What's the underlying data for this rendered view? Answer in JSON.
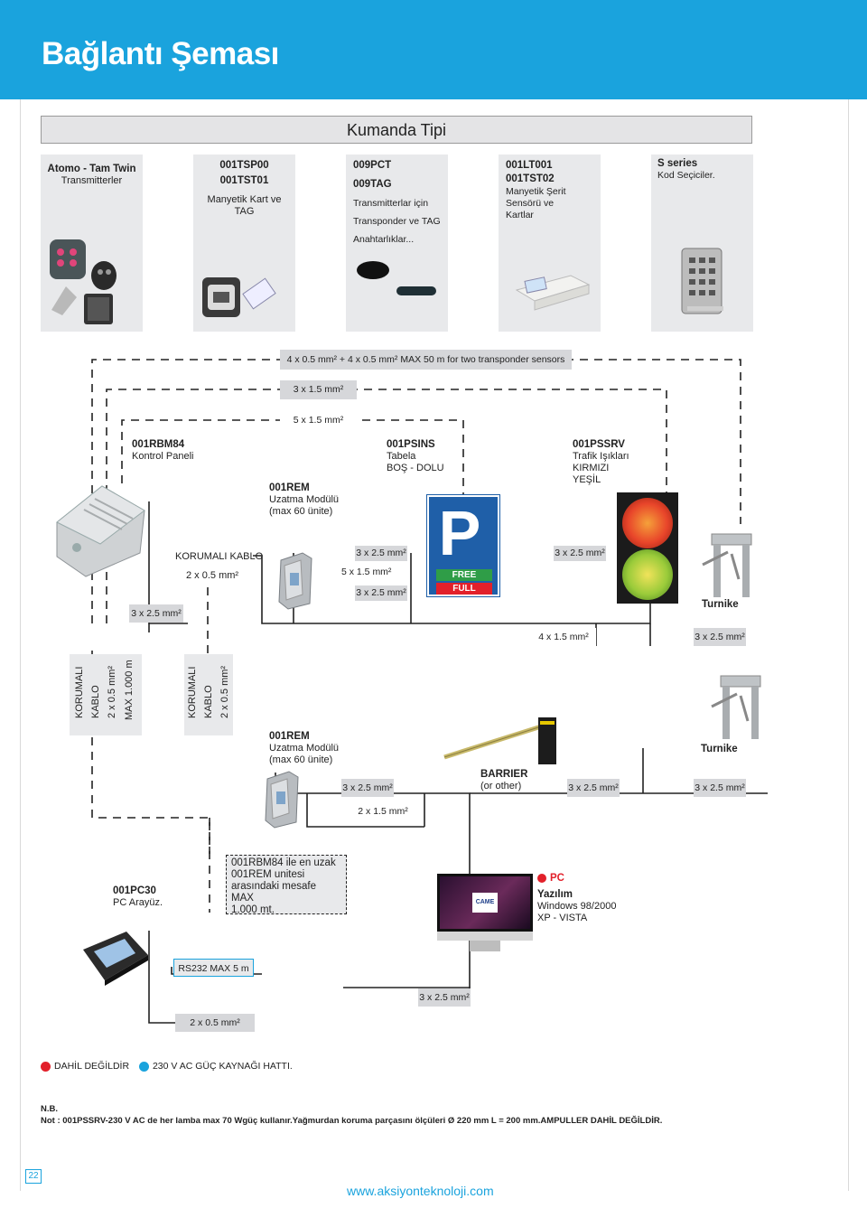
{
  "page": {
    "title": "Bağlantı Şeması",
    "page_number": "22",
    "website": "www.aksiyonteknoloji.com"
  },
  "kumanda_tipi": "Kumanda Tipi",
  "cards": [
    {
      "bold": "Atomo - Tam Twin",
      "lines": [
        "Transmitterler"
      ]
    },
    {
      "bold": "001TSP00",
      "bold2": "001TST01",
      "lines": [
        "Manyetik Kart ve",
        "TAG"
      ]
    },
    {
      "bold": "009PCT",
      "bold2": "009TAG",
      "lines": [
        "Transmitterlar için",
        "Transponder ve TAG",
        "Anahtarlıklar..."
      ]
    },
    {
      "bold": "001LT001",
      "bold2": "001TST02",
      "lines": [
        "Manyetik Şerit",
        "Sensörü ve",
        "Kartlar"
      ]
    },
    {
      "bold": "S series",
      "lines": [
        "Kod Seçiciler."
      ]
    }
  ],
  "cables": {
    "c1": "4 x 0.5 mm² + 4 x 0.5 mm² MAX 50 m for two transponder sensors",
    "c2": "3 x 1.5 mm²",
    "c3": "5 x 1.5 mm²",
    "c4": "3 x 2.5 mm²",
    "c5": "3 x 2.5 mm²",
    "c6": "3 x 2.5 mm²",
    "c7": "3 x 2.5 mm²",
    "c8": "4 x 1.5 mm²",
    "c9": "3 x 2.5 mm²",
    "c10": "3 x 2.5 mm²",
    "c11": "3 x 2.5 mm²",
    "c12": "3 x 2.5 mm²",
    "c13": "2 x 1.5 mm²",
    "c14": "RS232 MAX 5 m",
    "c15": "3 x 2.5 mm²",
    "c16": "2 x 0.5 mm²",
    "korumali": "KORUMALI KABLO",
    "korumali_size": "2 x 0.5 mm²",
    "mid_5x": "5 x 1.5 mm²"
  },
  "devices": {
    "rbm84": {
      "bold": "001RBM84",
      "sub": "Kontrol Paneli"
    },
    "rem1": {
      "bold": "001REM",
      "lines": [
        "Uzatma Modülü",
        "(max 60 ünite)"
      ]
    },
    "psins": {
      "bold": "001PSINS",
      "lines": [
        "Tabela",
        "BOŞ - DOLU"
      ]
    },
    "pssrv": {
      "bold": "001PSSRV",
      "lines": [
        "Trafik Işıkları",
        "KIRMIZI",
        "YEŞİL"
      ]
    },
    "turnike1": "Turnike",
    "turnike2": "Turnike",
    "rem2": {
      "bold": "001REM",
      "lines": [
        "Uzatma Modülü",
        "(max 60 ünite)"
      ]
    },
    "barrier": {
      "bold": "BARRIER",
      "sub": "(or other)"
    },
    "pc30": {
      "bold": "001PC30",
      "sub": "PC Arayüz."
    },
    "note_box": [
      "001RBM84 ile en uzak",
      "001REM unitesi",
      "arasındaki mesafe MAX",
      "1,000 mt."
    ],
    "pc": {
      "red": "PC",
      "bold": "Yazılım",
      "lines": [
        "Windows 98/2000",
        "XP - VISTA"
      ]
    },
    "sign": {
      "letter": "P",
      "free": "FREE",
      "full": "FULL"
    },
    "monitor_logo": "CAME"
  },
  "vertical_labels": {
    "v1": [
      "KORUMALI",
      "KABLO",
      "2 x 0.5 mm²",
      "MAX 1.000 m"
    ],
    "v2": [
      "KORUMALI",
      "KABLO",
      "2 x 0.5 mm²"
    ]
  },
  "legend": {
    "red_label": "DAHİL DEĞİLDİR",
    "blue_label": "230 V AC GÜÇ KAYNAĞI HATTI.",
    "red_color": "#e2202a",
    "blue_color": "#1aa3dd"
  },
  "footnote": {
    "nb": "N.B.",
    "text": "Not : 001PSSRV-230 V AC de her lamba max 70 Wgüç kullanır.Yağmurdan koruma parçasını ölçüleri Ø 220 mm L = 200 mm.AMPULLER DAHİL DEĞİLDİR."
  },
  "colors": {
    "header": "#1aa3dd",
    "card": "#e8e9eb",
    "label": "#d6d7da",
    "sign_blue": "#1f5fa8",
    "red": "#e2202a"
  }
}
